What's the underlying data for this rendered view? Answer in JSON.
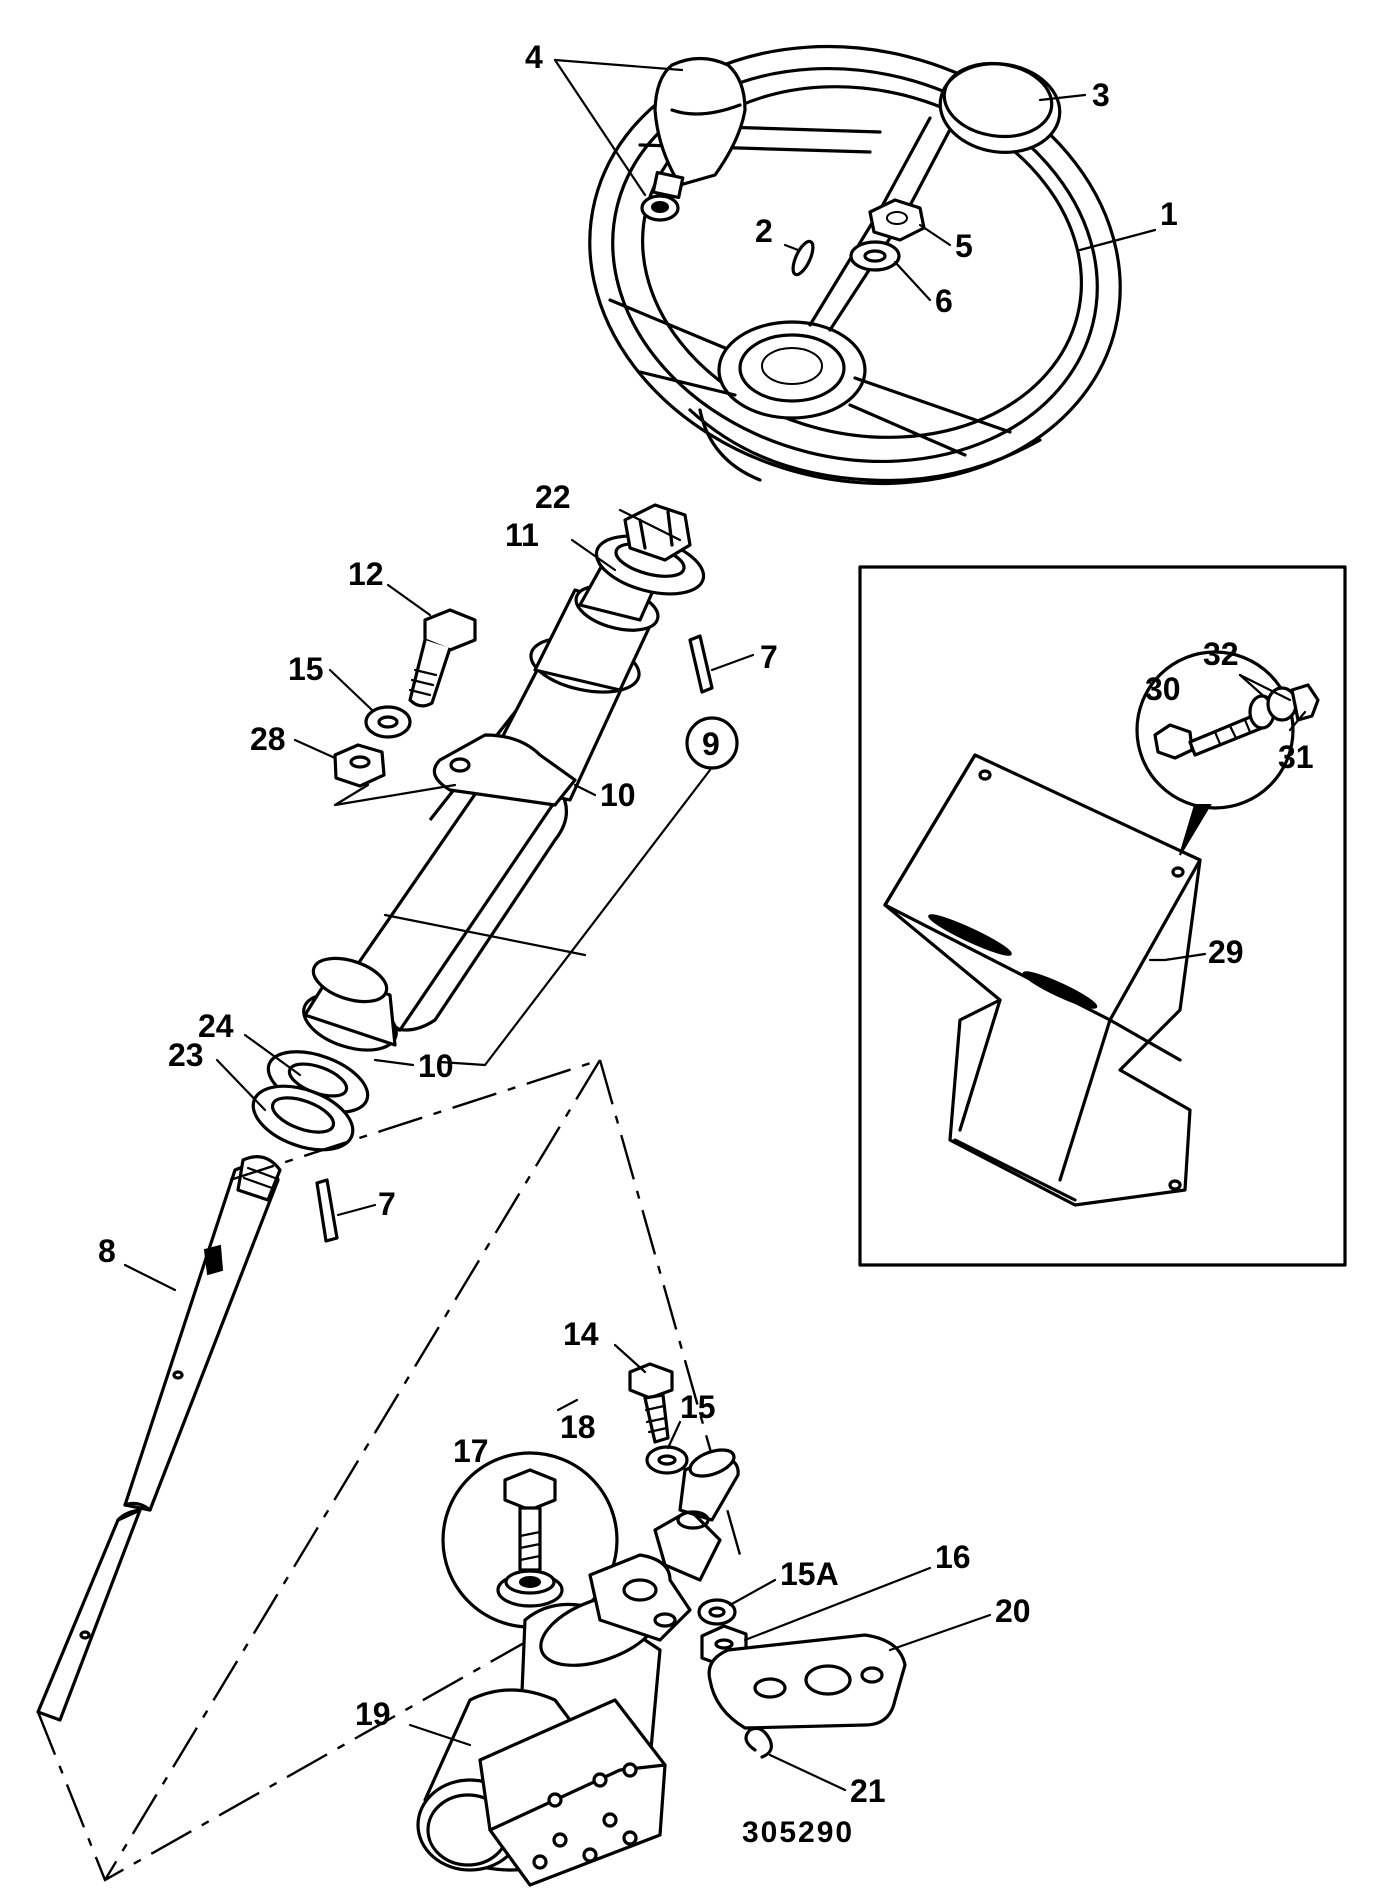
{
  "figure": {
    "reference": "305290"
  },
  "labels": {
    "p1": "1",
    "p2": "2",
    "p3": "3",
    "p4": "4",
    "p5": "5",
    "p6": "6",
    "p7a": "7",
    "p7b": "7",
    "p8": "8",
    "p9": "9",
    "p10a": "10",
    "p10b": "10",
    "p11": "11",
    "p12": "12",
    "p14": "14",
    "p15a": "15",
    "p15b": "15",
    "p15A": "15A",
    "p16": "16",
    "p17": "17",
    "p18": "18",
    "p19": "19",
    "p20": "20",
    "p21": "21",
    "p22": "22",
    "p23": "23",
    "p24": "24",
    "p28": "28",
    "p29": "29",
    "p30": "30",
    "p31": "31",
    "p32": "32"
  }
}
